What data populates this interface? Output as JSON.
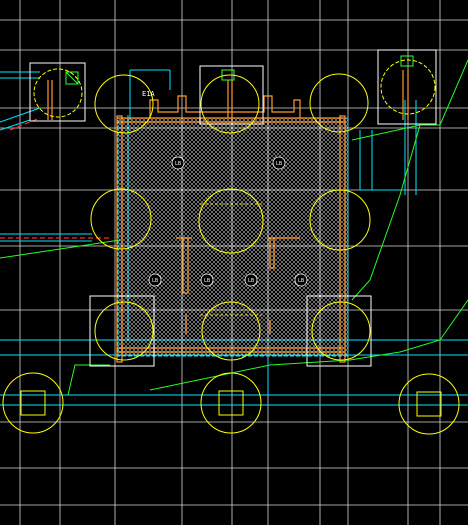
{
  "drawing": {
    "colors": {
      "background": "#000000",
      "grid": "#ffffff",
      "column_outline": "#ffff00",
      "pile_cap_box": "#ffffff",
      "beam": "#ff9a2e",
      "hatch": "#ffffff",
      "cyan_lines": "#00e5ff",
      "green_lines": "#22ff22",
      "red_lines": "#ff2a2a",
      "small_box": "#33ff33"
    },
    "labels": {
      "top_note": "E1A",
      "slab_upper_left": "LB",
      "slab_upper_right": "LB",
      "slab_lower_1": "LB",
      "slab_lower_2": "LB",
      "slab_lower_3": "LB",
      "slab_lower_4": "LB"
    }
  }
}
